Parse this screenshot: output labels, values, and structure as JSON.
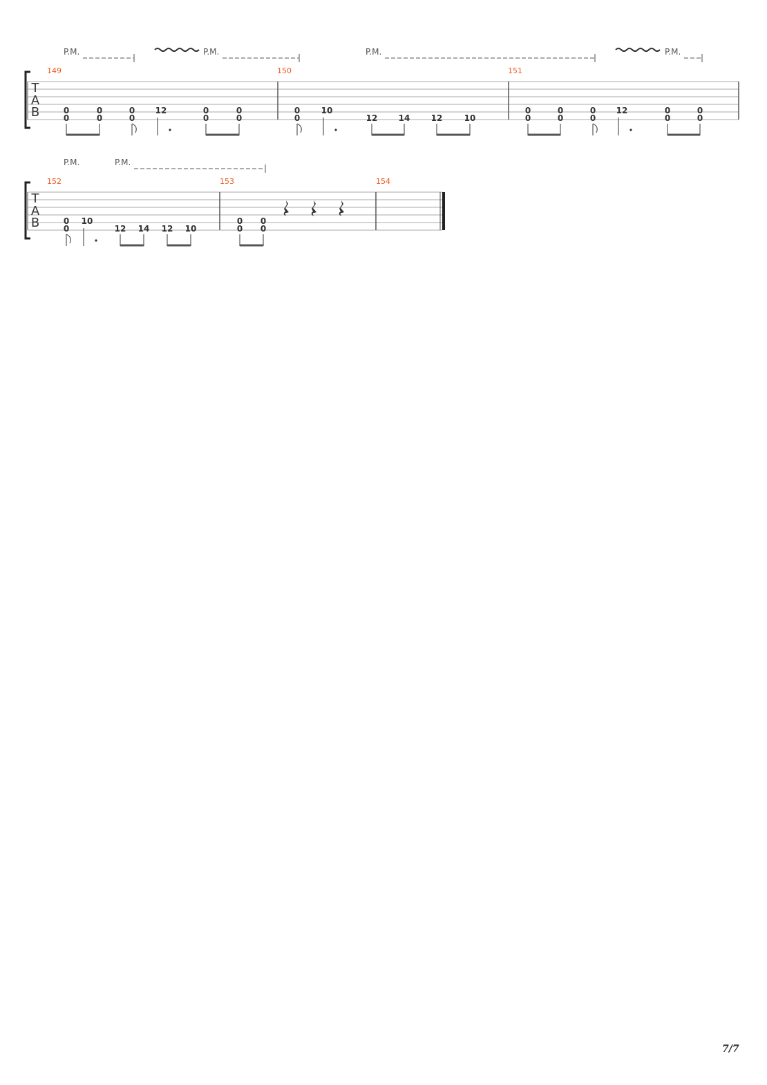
{
  "page_number": "7/7",
  "clef_letters": [
    "T",
    "A",
    "B"
  ],
  "palm_mute_label": "P.M.",
  "systems": [
    {
      "measures": [
        {
          "number": "149",
          "frets": [
            "0",
            "0",
            "0",
            "0",
            "0",
            "0",
            "12",
            "0",
            "0",
            "0",
            "0"
          ]
        },
        {
          "number": "150",
          "frets": [
            "0",
            "0",
            "10",
            "12",
            "14",
            "12",
            "10"
          ]
        },
        {
          "number": "151",
          "frets": [
            "0",
            "0",
            "0",
            "0",
            "0",
            "0",
            "12",
            "0",
            "0",
            "0",
            "0"
          ]
        }
      ]
    },
    {
      "measures": [
        {
          "number": "152",
          "frets": [
            "0",
            "0",
            "10",
            "12",
            "14",
            "12",
            "10"
          ]
        },
        {
          "number": "153",
          "frets": [
            "0",
            "0",
            "0",
            "0"
          ]
        },
        {
          "number": "154",
          "frets": []
        }
      ]
    }
  ]
}
